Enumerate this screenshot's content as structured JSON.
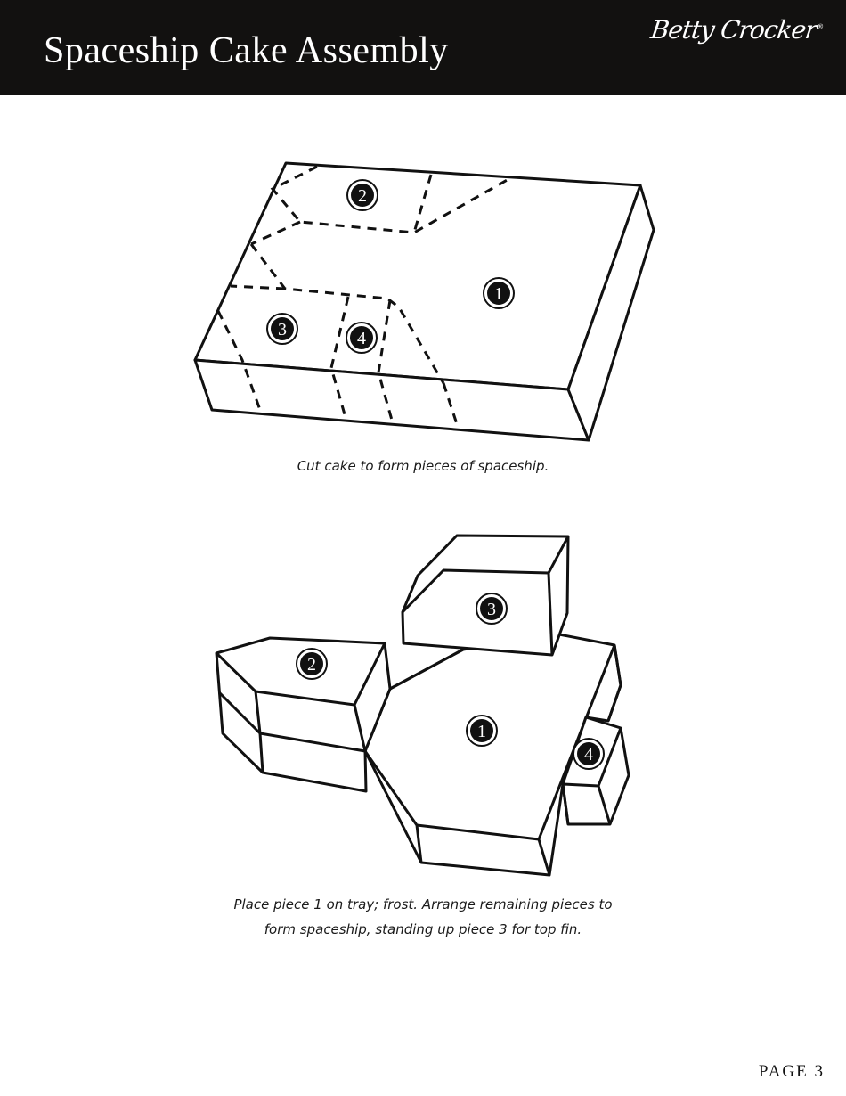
{
  "header": {
    "title": "Spaceship Cake Assembly",
    "brand": "Betty Crocker",
    "background_color": "#121110"
  },
  "figures": [
    {
      "id": "cut-diagram",
      "caption": "Cut cake to form pieces of spaceship.",
      "pieces": [
        "1",
        "2",
        "3",
        "4"
      ]
    },
    {
      "id": "assembly-diagram",
      "caption_line1": "Place piece 1  on tray; frost.  Arrange remaining pieces to",
      "caption_line2": "form spaceship, standing up piece 3 for top fin.",
      "pieces": [
        "1",
        "2",
        "3",
        "4"
      ]
    }
  ],
  "footer": {
    "page_label": "PAGE 3"
  }
}
